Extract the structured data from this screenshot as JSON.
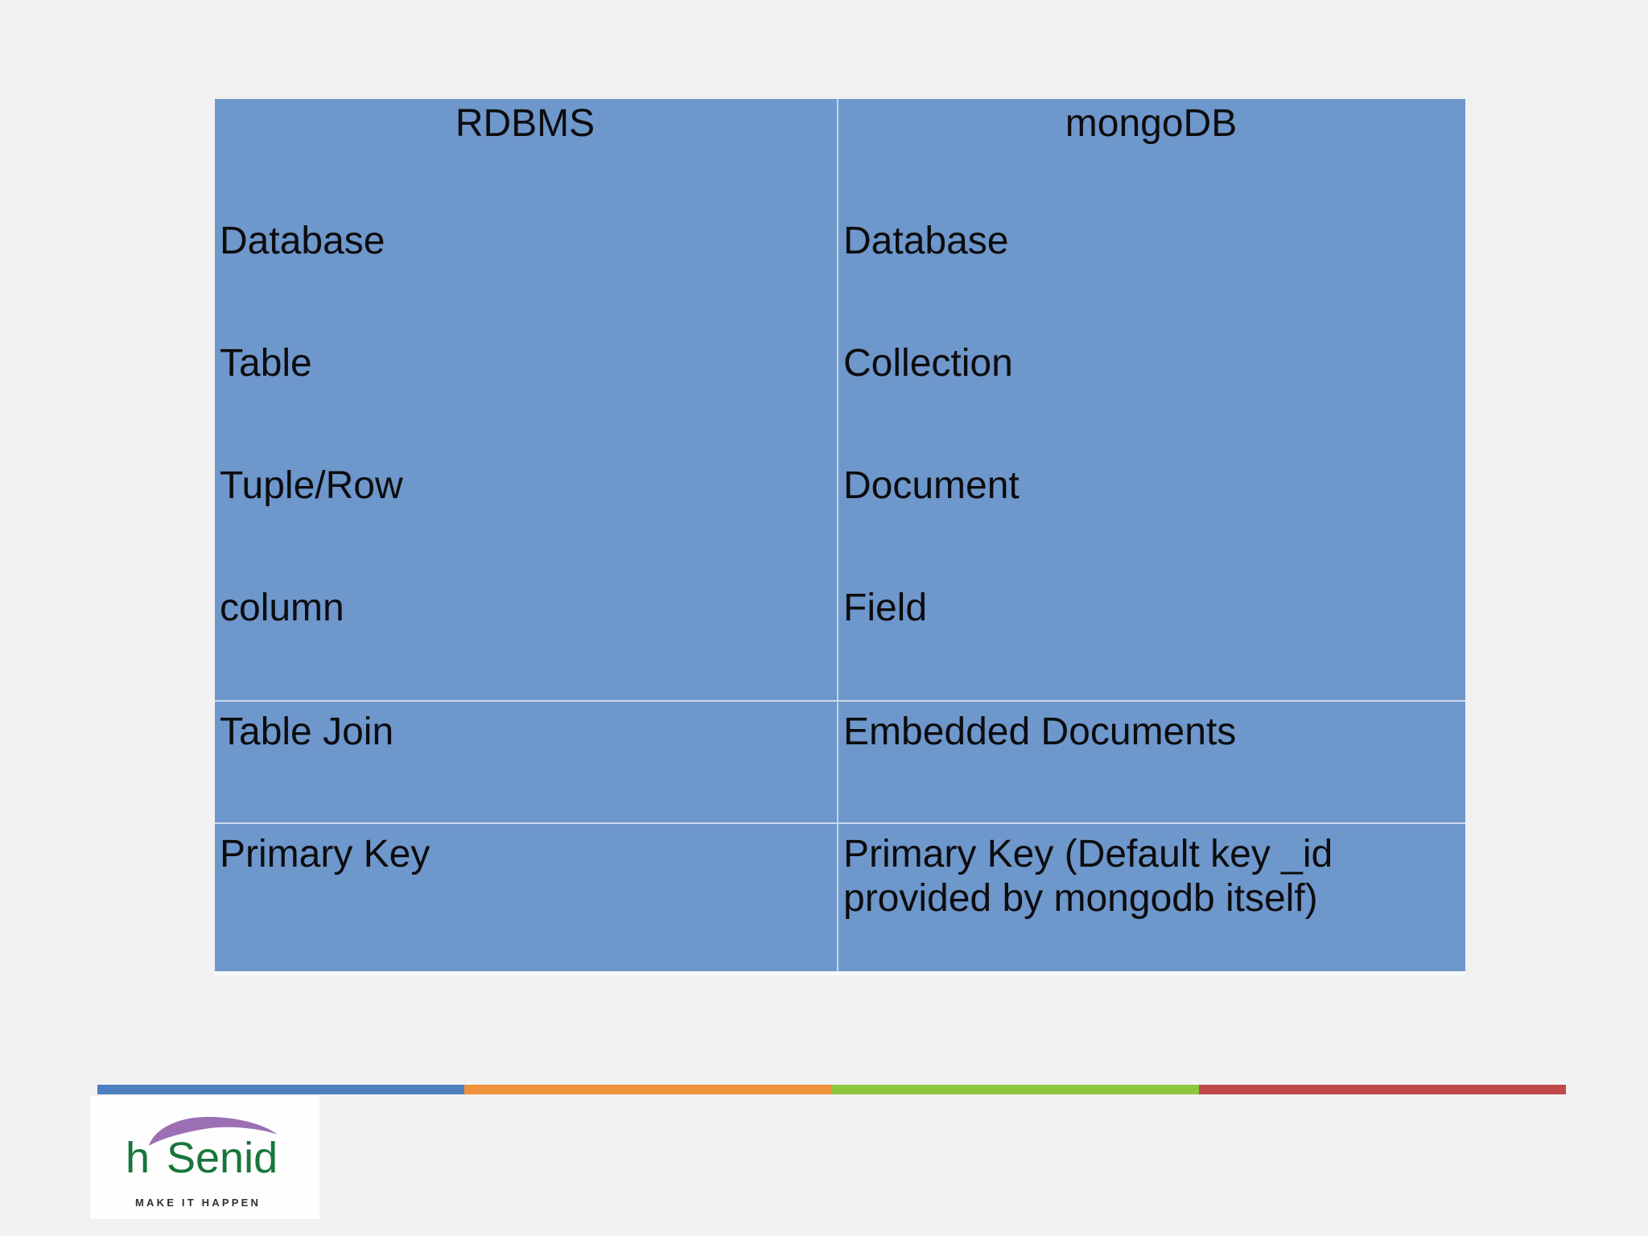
{
  "page": {
    "background_color": "#f2f1f2"
  },
  "comparison_table": {
    "fill_color": "#6e97cb",
    "text_color": "#0c0c0e",
    "header": {
      "left": "RDBMS",
      "right": "mongoDB"
    },
    "rows": [
      {
        "rdbms": "Database",
        "mongodb": "Database"
      },
      {
        "rdbms": "Table",
        "mongodb": "Collection"
      },
      {
        "rdbms": "Tuple/Row",
        "mongodb": "Document"
      },
      {
        "rdbms": "column",
        "mongodb": "Field"
      },
      {
        "rdbms": "Table Join",
        "mongodb": "Embedded Documents"
      },
      {
        "rdbms": "Primary Key",
        "mongodb": "Primary Key (Default key _id\nprovided by mongodb itself)"
      }
    ]
  },
  "footer": {
    "accent_stripe": {
      "colors": [
        "#4d7ebf",
        "#f0913c",
        "#8dc63f",
        "#c04a4a"
      ]
    },
    "logo": {
      "prefix": "h",
      "name": "Senid",
      "tagline": "MAKE IT HAPPEN",
      "name_color": "#17763a",
      "swoosh_color": "#9c6fb5",
      "tagline_color": "#2e2e2e"
    }
  }
}
